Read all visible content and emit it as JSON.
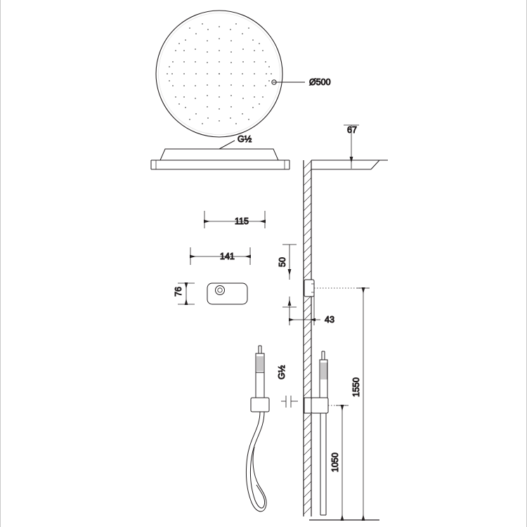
{
  "title": "Shower system technical drawing",
  "dimensions": {
    "head_diameter": "Ø500",
    "head_thread": "G½",
    "wall_offset_top": "67",
    "arm_offset_115": "115",
    "arm_offset_141": "141",
    "control_height_76": "76",
    "valve_offset_50": "50",
    "valve_offset_43": "43",
    "handshower_thread": "G½",
    "rail_height_1550": "1550",
    "outlet_height_1050": "1050"
  },
  "labels": {
    "diameter": "Ø500",
    "thread_top": "G½",
    "thread_bottom": "G½",
    "d67": "67",
    "d115": "115",
    "d141": "141",
    "d76": "76",
    "d50": "50",
    "d43": "43",
    "d1550": "1550",
    "d1050": "1050"
  },
  "colors": {
    "line": "#231f20",
    "border": "#c8c8c8",
    "background": "#ffffff"
  }
}
